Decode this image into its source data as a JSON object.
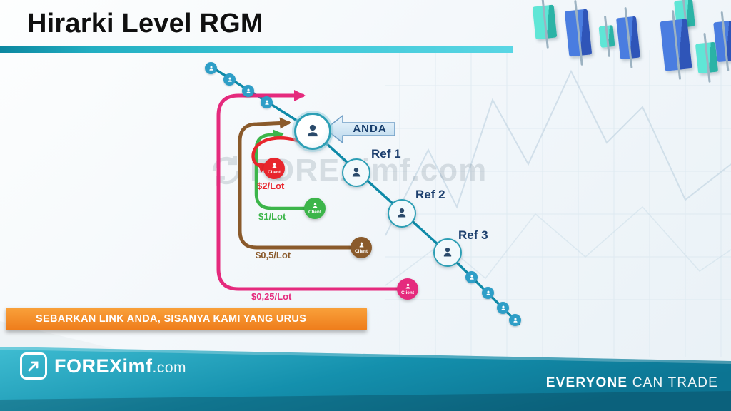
{
  "slide": {
    "title": "Hirarki Level RGM",
    "watermark": "FOREXimf.com"
  },
  "diagram": {
    "anda_label": "ANDA",
    "refs": [
      "Ref 1",
      "Ref 2",
      "Ref 3"
    ],
    "levels": [
      {
        "label": "Client",
        "rate": "$2/Lot",
        "color": "#e8262d"
      },
      {
        "label": "Client",
        "rate": "$1/Lot",
        "color": "#3cb54a"
      },
      {
        "label": "Client",
        "rate": "$0,5/Lot",
        "color": "#8a5a2b"
      },
      {
        "label": "Client",
        "rate": "$0,25/Lot",
        "color": "#e52a7d"
      }
    ],
    "chain_color": "#0f8aa8"
  },
  "banner": {
    "text": "SEBARKAN LINK ANDA, SISANYA KAMI YANG URUS",
    "color": "#ee7c1b"
  },
  "footer": {
    "brand": {
      "forex": "FOREX",
      "imf": "imf",
      "dotcom": ".com"
    },
    "tagline": {
      "bold": "EVERYONE",
      "rest": " CAN TRADE"
    },
    "teal": "#1490ad"
  }
}
